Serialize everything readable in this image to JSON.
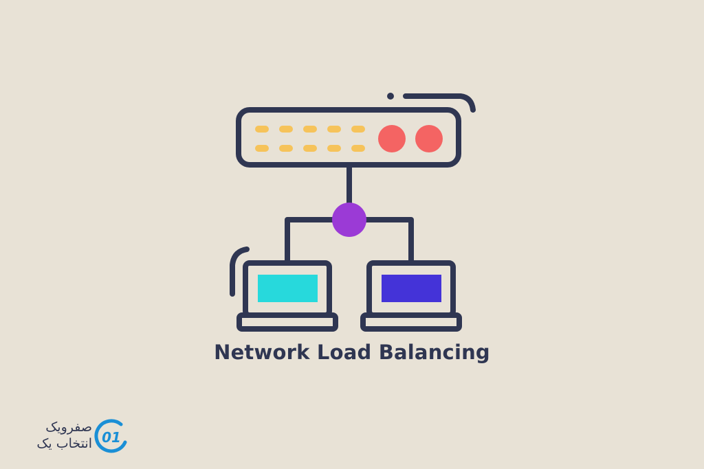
{
  "caption": "Network Load Balancing",
  "logo": {
    "line1": "صفرویک",
    "line2": "انتخاب یک",
    "mark_text": "01"
  },
  "colors": {
    "background": "#e8e2d6",
    "outline": "#2f3652",
    "led": "#f6c35a",
    "indicator": "#f46463",
    "hub": "#9b3ad6",
    "screen_left": "#27d9dc",
    "screen_right": "#4433d8",
    "logo_blue": "#1a8fd6"
  },
  "icons": {
    "device": "server-icon",
    "hub": "hub-node-icon",
    "left_client": "laptop-icon",
    "right_client": "laptop-icon"
  }
}
